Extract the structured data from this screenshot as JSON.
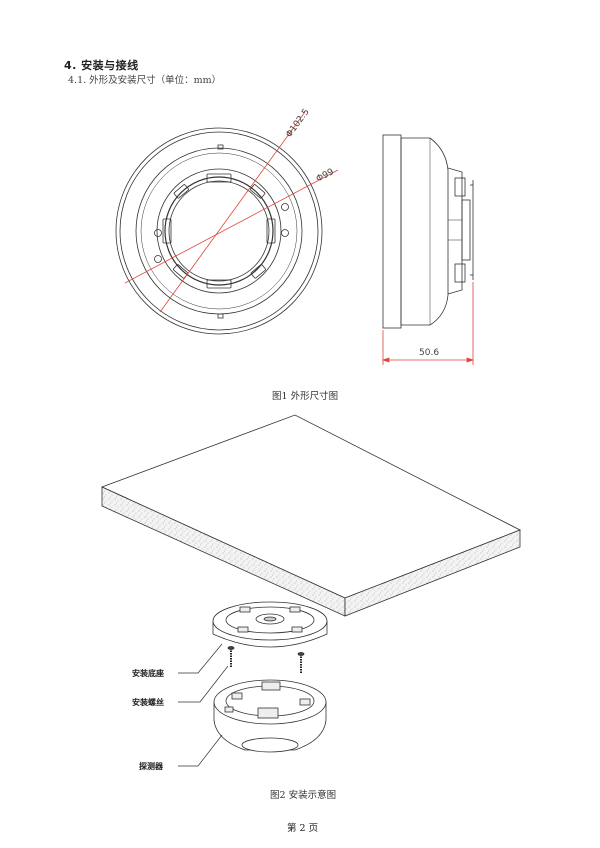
{
  "section": {
    "heading": "4.  安装与接线",
    "sub_heading": "4.1. 外形及安装尺寸（单位：mm）"
  },
  "figure1": {
    "caption": "图1 外形尺寸图",
    "dim_outer": "Φ102.5",
    "dim_inner": "Φ99",
    "dim_height": "50.6",
    "dimension_color": "#e0453a"
  },
  "figure2": {
    "caption": "图2 安装示意图",
    "labels": {
      "base": "安装底座",
      "screw": "安装螺丝",
      "detector": "探测器"
    }
  },
  "footer": {
    "page": "第 2 页"
  }
}
